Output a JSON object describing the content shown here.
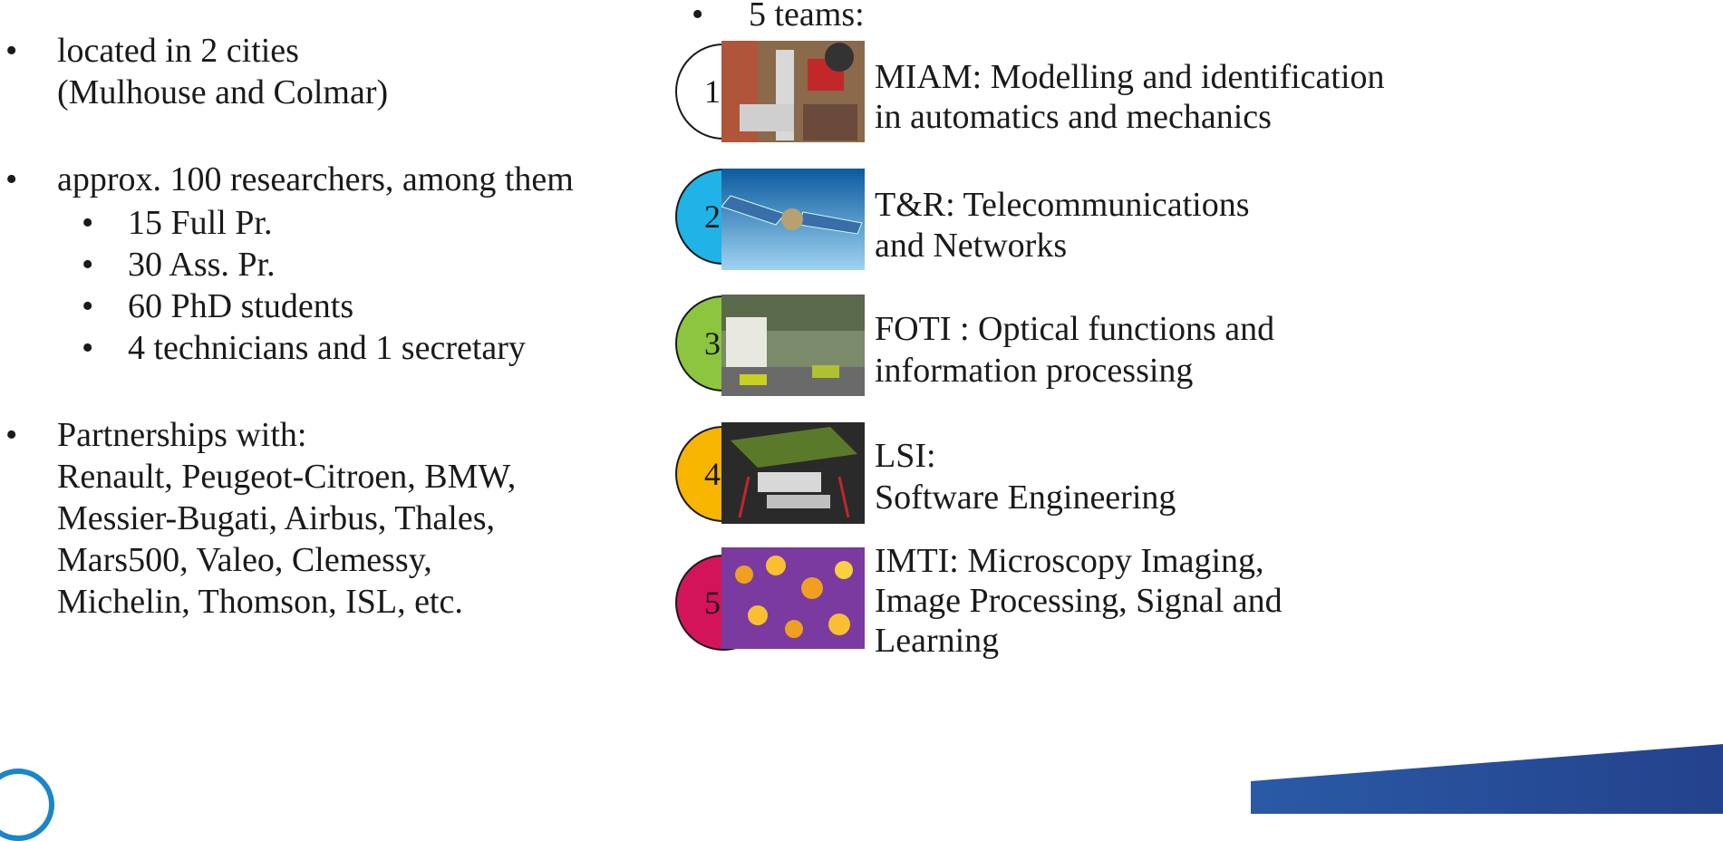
{
  "left": {
    "items": [
      {
        "lines": [
          "located in 2 cities",
          "(Mulhouse and Colmar)"
        ]
      },
      {
        "lines": [
          "approx. 100 researchers, among them"
        ],
        "sub": [
          "15 Full Pr.",
          "30 Ass. Pr.",
          "60 PhD students",
          "4 technicians and 1 secretary"
        ]
      },
      {
        "lines": [
          "Partnerships with:",
          "Renault, Peugeot-Citroen, BMW,",
          "Messier-Bugati, Airbus, Thales,",
          "Mars500, Valeo, Clemessy,",
          "Michelin, Thomson, ISL, etc."
        ]
      }
    ]
  },
  "right": {
    "heading": "5 teams:",
    "teams": [
      {
        "num": "1",
        "color": "#ffffff",
        "name_lines": [
          "MIAM: Modelling and identification",
          "in automatics and mechanics"
        ],
        "thumb_icon": "robot-lab-photo"
      },
      {
        "num": "2",
        "color": "#1fb3e8",
        "name_lines": [
          "T&R: Telecommunications",
          "and Networks"
        ],
        "thumb_icon": "satellite-photo"
      },
      {
        "num": "3",
        "color": "#8cc63f",
        "name_lines": [
          "FOTI : Optical functions and",
          "information processing"
        ],
        "thumb_icon": "street-scene-photo"
      },
      {
        "num": "4",
        "color": "#f7b500",
        "name_lines": [
          "LSI:",
          "Software Engineering"
        ],
        "thumb_icon": "software-diagram-image"
      },
      {
        "num": "5",
        "color": "#d4145a",
        "name_lines": [
          "IMTI: Microscopy Imaging,",
          "Image Processing, Signal and",
          "Learning"
        ],
        "thumb_icon": "microscopy-cells-image"
      }
    ]
  }
}
